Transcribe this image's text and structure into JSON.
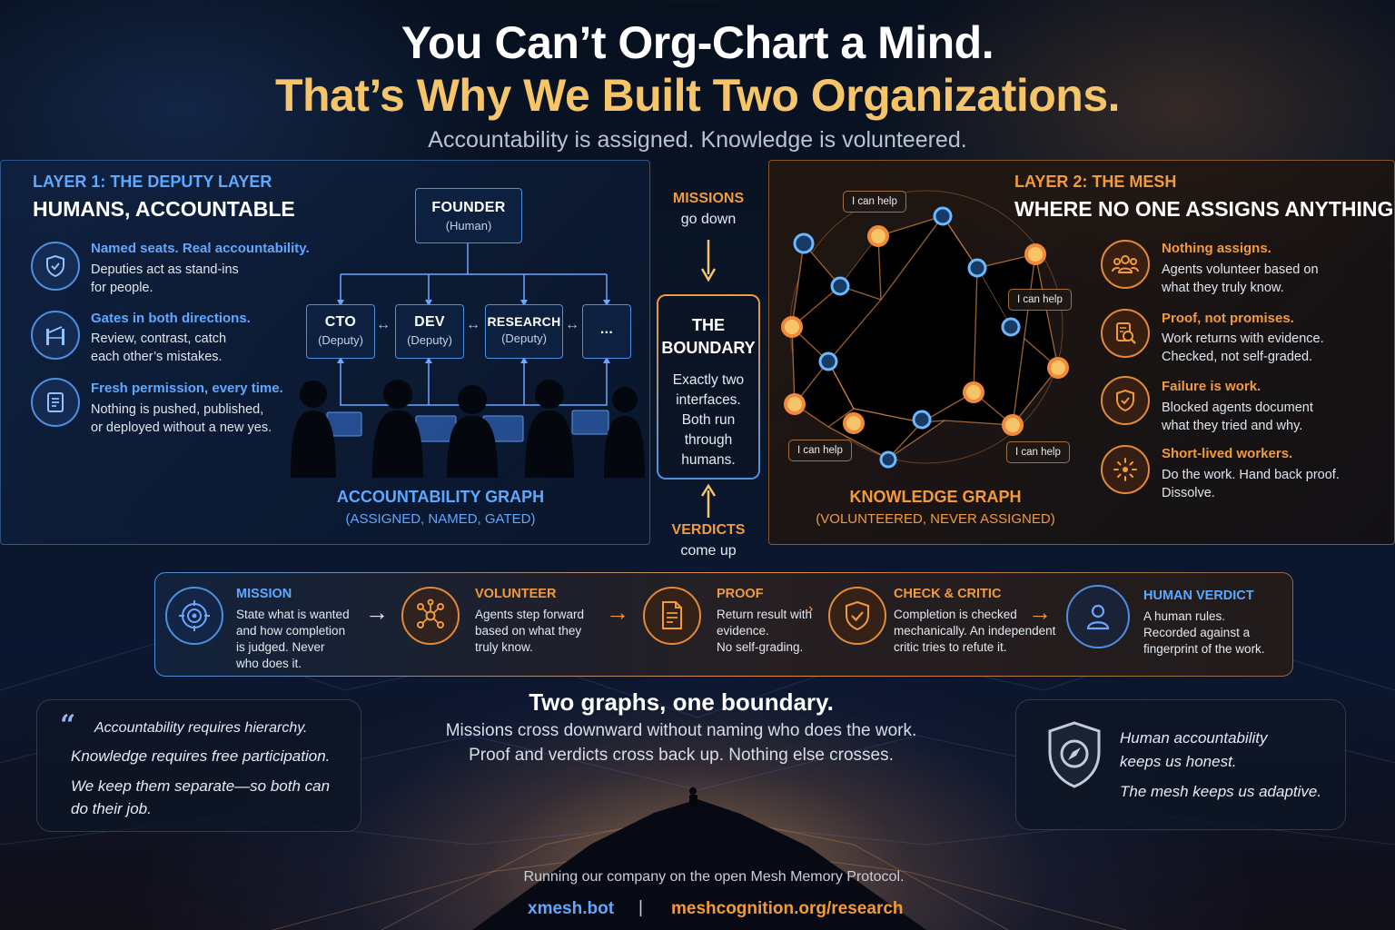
{
  "header": {
    "title_line1": "You Can’t Org-Chart a Mind.",
    "title_line2": "That’s Why We Built Two Organizations.",
    "subtitle": "Accountability is assigned. Knowledge is volunteered."
  },
  "colors": {
    "accent_blue": "#5fa8ff",
    "accent_orange": "#f29a3e",
    "title_gold": "#f6c56a"
  },
  "layer1": {
    "label": "LAYER  1: THE DEPUTY LAYER",
    "title": "HUMANS, ACCOUNTABLE",
    "features": [
      {
        "icon": "shield-check-icon",
        "head": "Named seats. Real accountability.",
        "body_line1": "Deputies act as stand-ins",
        "body_line2": "for people."
      },
      {
        "icon": "gate-icon",
        "head": "Gates in both directions.",
        "body_line1": "Review, contrast, catch",
        "body_line2": "each other’s mistakes."
      },
      {
        "icon": "document-list-icon",
        "head": "Fresh permission, every time.",
        "body_line1": "Nothing is pushed, published,",
        "body_line2": "or deployed without a new yes."
      }
    ],
    "org_chart": {
      "root": {
        "name": "FOUNDER",
        "role": "(Human)"
      },
      "children": [
        {
          "name": "CTO",
          "role": "(Deputy)"
        },
        {
          "name": "DEV",
          "role": "(Deputy)"
        },
        {
          "name": "RESEARCH",
          "role": "(Deputy)"
        },
        {
          "name": "...",
          "role": ""
        }
      ]
    },
    "graph_title": "ACCOUNTABILITY GRAPH",
    "graph_sub": "(ASSIGNED, NAMED, GATED)"
  },
  "boundary": {
    "missions_head": "MISSIONS",
    "missions_sub": "go down",
    "title_line1": "THE",
    "title_line2": "BOUNDARY",
    "body": [
      "Exactly two",
      "interfaces.",
      "Both run",
      "through",
      "humans."
    ],
    "verdicts_head": "VERDICTS",
    "verdicts_sub": "come up"
  },
  "layer2": {
    "label": "LAYER 2: THE MESH",
    "title": "WHERE NO ONE ASSIGNS ANYTHING",
    "bubbles": [
      "I can help",
      "I can help",
      "I can help",
      "I can help"
    ],
    "features": [
      {
        "icon": "people-group-icon",
        "head": "Nothing assigns.",
        "body_line1": "Agents volunteer based on",
        "body_line2": "what they truly know."
      },
      {
        "icon": "document-search-icon",
        "head": "Proof, not promises.",
        "body_line1": "Work returns with evidence.",
        "body_line2": "Checked, not self-graded."
      },
      {
        "icon": "shield-check-icon",
        "head": "Failure is work.",
        "body_line1": "Blocked agents document",
        "body_line2": "what they tried and why."
      },
      {
        "icon": "sparkle-burst-icon",
        "head": "Short-lived workers.",
        "body_line1": "Do the work. Hand back proof.",
        "body_line2": "Dissolve."
      }
    ],
    "graph_title": "KNOWLEDGE GRAPH",
    "graph_sub": "(VOLUNTEERED, NEVER ASSIGNED)"
  },
  "process": {
    "steps": [
      {
        "icon": "target-icon",
        "head": "MISSION",
        "lines": [
          "State what is wanted",
          "and how completion",
          "is judged. Never",
          "who does it."
        ]
      },
      {
        "icon": "network-node-icon",
        "head": "VOLUNTEER",
        "lines": [
          "Agents step forward",
          "based on what they",
          "truly know."
        ]
      },
      {
        "icon": "document-proof-icon",
        "head": "PROOF",
        "lines": [
          "Return result with",
          "evidence.",
          "No self-grading."
        ]
      },
      {
        "icon": "shield-check-icon",
        "head": "CHECK & CRITIC",
        "lines": [
          "Completion is checked",
          "mechanically. An independent",
          "critic tries to refute it."
        ]
      },
      {
        "icon": "person-icon",
        "head": "HUMAN VERDICT",
        "lines": [
          "A human rules.",
          "Recorded against a",
          "fingerprint of the work."
        ]
      }
    ]
  },
  "quote_left": {
    "lines": [
      "Accountability requires hierarchy.",
      "Knowledge requires free participation.",
      "We keep them separate—so both can",
      "do their job."
    ]
  },
  "center": {
    "title": "Two graphs, one boundary.",
    "line1": "Missions cross downward without naming who does the work.",
    "line2": "Proof and verdicts cross back up. Nothing else crosses."
  },
  "quote_right": {
    "line1": "Human accountability",
    "line2": "keeps us honest.",
    "line3": "The mesh keeps us adaptive."
  },
  "footer": {
    "text": "Running our company on the open Mesh Memory Protocol.",
    "link1": "xmesh.bot",
    "separator": "|",
    "link2": "meshcognition.org/research"
  }
}
